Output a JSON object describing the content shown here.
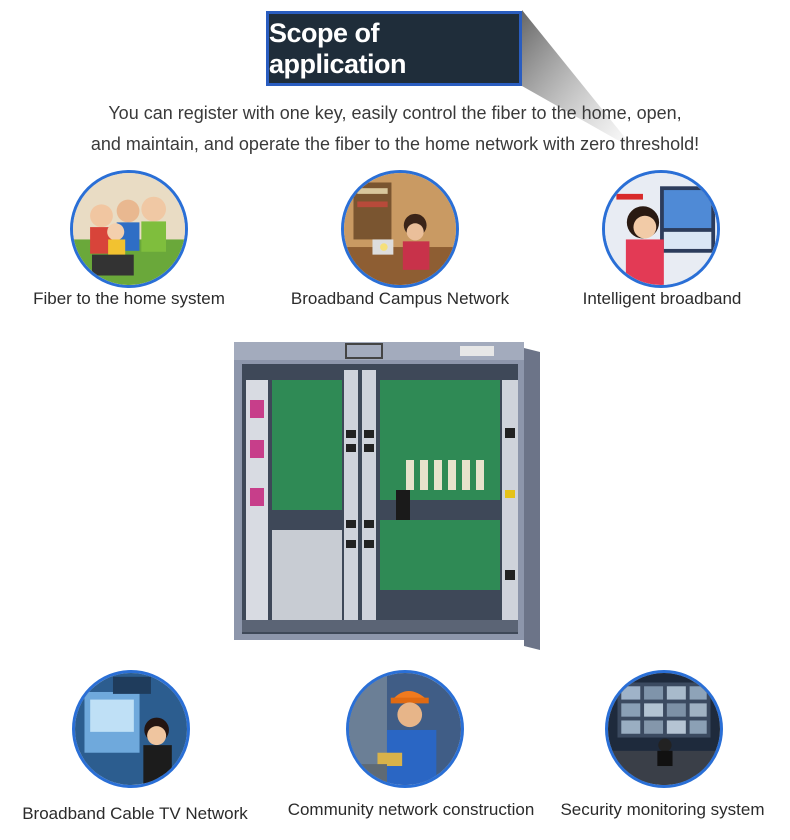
{
  "header": {
    "title": "Scope of application",
    "intro_line_1": "You can register with one key, easily control the fiber to the home, open,",
    "intro_line_2": "and maintain, and operate the fiber to the home network with zero threshold!"
  },
  "applications": [
    {
      "label": "Fiber to the home system",
      "icon": "family-photo"
    },
    {
      "label": "Broadband Campus Network",
      "icon": "student-photo"
    },
    {
      "label": "Intelligent broadband",
      "icon": "woman-tv-photo"
    },
    {
      "label": "Broadband Cable TV Network",
      "icon": "cable-tv-photo"
    },
    {
      "label": "Community network construction",
      "icon": "worker-photo"
    },
    {
      "label": "Security monitoring system",
      "icon": "monitor-room-photo"
    }
  ],
  "product": {
    "icon": "olt-chassis-photo"
  },
  "colors": {
    "title_bg": "#1f2d3a",
    "title_border": "#2a5dc0",
    "circle_border": "#2a6fd6",
    "text": "#3a3a3a"
  }
}
